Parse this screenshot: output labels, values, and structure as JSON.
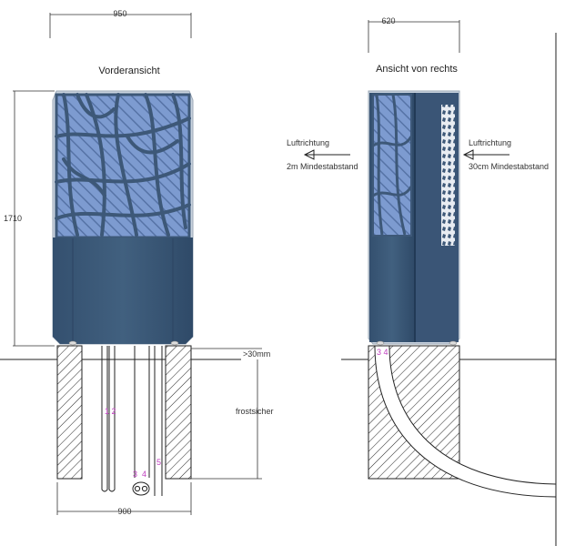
{
  "dimensions": {
    "front_width": "950",
    "side_width": "620",
    "height": "1710",
    "foundation_width": "900",
    "clearance": ">30mm",
    "frost_depth": "frostsicher"
  },
  "views": {
    "front_title": "Vorderansicht",
    "side_title": "Ansicht von rechts"
  },
  "airflow": {
    "left_label": "Luftrichtung",
    "left_distance": "2m Mindestabstand",
    "right_label": "Luftrichtung",
    "right_distance": "30cm Mindestabstand"
  },
  "markers": {
    "front_12": "1 2",
    "front_3": "3",
    "front_4": "4",
    "front_5": "5",
    "side_34": "3 4"
  },
  "colors": {
    "panel": "#3d5878",
    "panel_dark": "#2e4763",
    "grille_bg": "#6f8fc4",
    "marker": "#c040c0"
  }
}
